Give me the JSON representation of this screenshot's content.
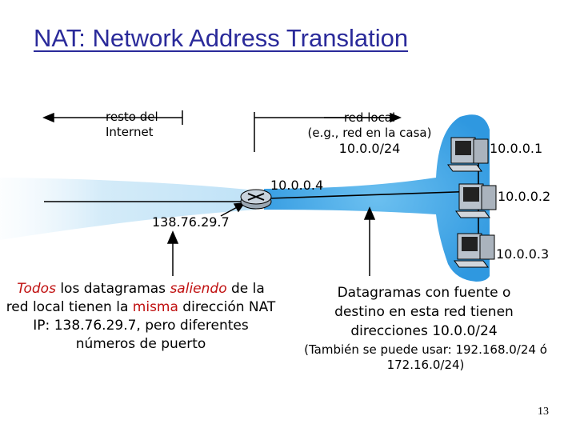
{
  "title": "NAT: Network Address Translation",
  "labels": {
    "rest_internet_1": "resto del",
    "rest_internet_2": "Internet",
    "local_net_1": "red local",
    "local_net_2": "(e.g., red en la casa)",
    "local_net_3": "10.0.0/24"
  },
  "ips": {
    "router_inside": "10.0.0.4",
    "router_outside": "138.76.29.7",
    "host1": "10.0.0.1",
    "host2": "10.0.0.2",
    "host3": "10.0.0.3"
  },
  "note_left": {
    "p1": "Todos",
    "p2": " los datagramas ",
    "p3": "saliendo",
    "p4": " de la red local tienen la ",
    "p5": "misma",
    "p6": " dirección NAT IP: 138.76.29.7, pero diferentes números de puerto"
  },
  "note_right": {
    "main": "Datagramas con fuente o destino en esta red tienen direcciones 10.0.0/24",
    "sub": "(También se puede usar: 192.168.0/24 ó 172.16.0/24)"
  },
  "page_number": "13",
  "colors": {
    "title": "#2a2a9a",
    "emphasis": "#c01010",
    "local_net": "#4aa8e8",
    "internet_glow": "#d8eefa"
  },
  "icons": [
    "router-icon",
    "computer-icon"
  ]
}
